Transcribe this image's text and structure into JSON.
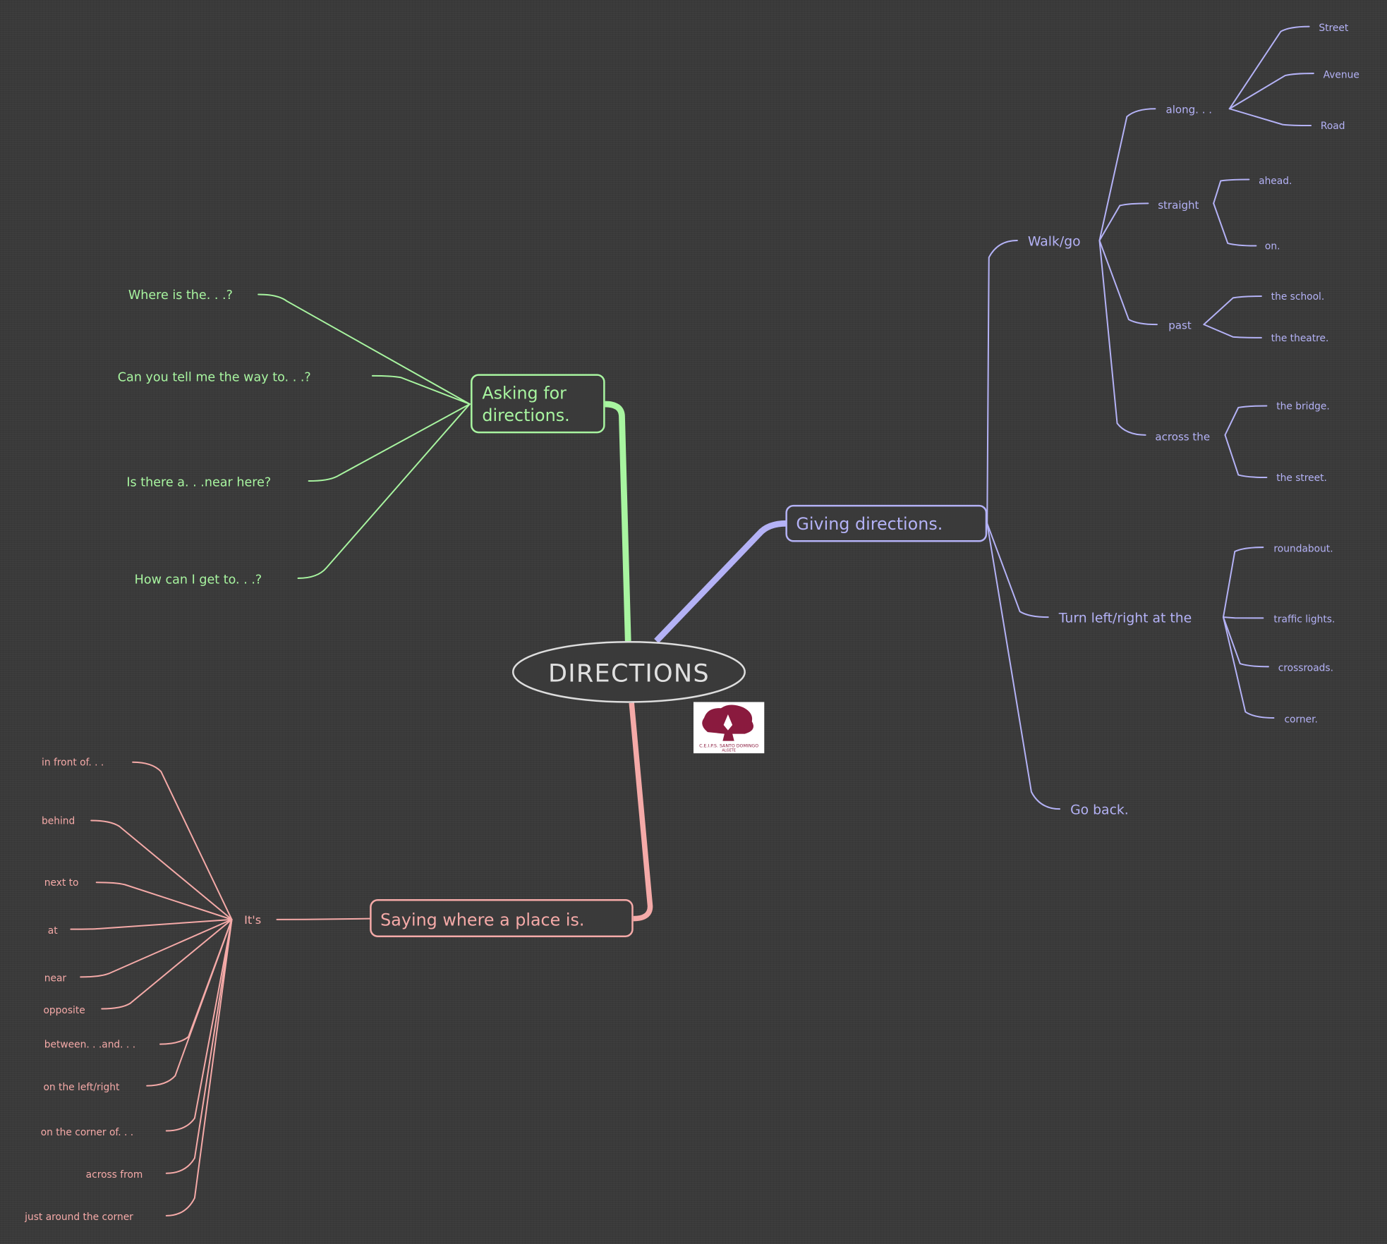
{
  "central_topic": "DIRECTIONS",
  "colors": {
    "background": "#3a3a3a",
    "asking": "#a8f5a0",
    "giving": "#b4b2f6",
    "saying": "#f5aaa8"
  },
  "logo": {
    "line1": "C.E.I.P.S. SANTO DOMINGO",
    "line2": "ALGETE"
  },
  "asking": {
    "title_line1": "Asking for",
    "title_line2": "directions.",
    "phrases": [
      "Where is the. . .?",
      "Can you tell me the way to. . .?",
      "Is there a. . .near here?",
      "How can I get to. . .?"
    ]
  },
  "giving": {
    "title": "Giving directions.",
    "walk": {
      "label": "Walk/go",
      "along": {
        "label": "along. . .",
        "items": [
          "Street",
          "Avenue",
          "Road"
        ]
      },
      "straight": {
        "label": "straight",
        "items": [
          "ahead.",
          "on."
        ]
      },
      "past": {
        "label": "past",
        "items": [
          "the school.",
          "the theatre."
        ]
      },
      "across": {
        "label": "across the",
        "items": [
          "the bridge.",
          "the street."
        ]
      }
    },
    "turn": {
      "label": "Turn left/right at the",
      "items": [
        "roundabout.",
        "traffic lights.",
        "crossroads.",
        "corner."
      ]
    },
    "go_back": "Go back."
  },
  "saying": {
    "title": "Saying where a place is.",
    "its": "It's",
    "items": [
      "in front of. . .",
      "behind",
      "next to",
      "at",
      "near",
      "opposite",
      "between. . .and. . .",
      "on the left/right",
      "on the corner of. . .",
      "across from",
      "just around the corner"
    ]
  }
}
